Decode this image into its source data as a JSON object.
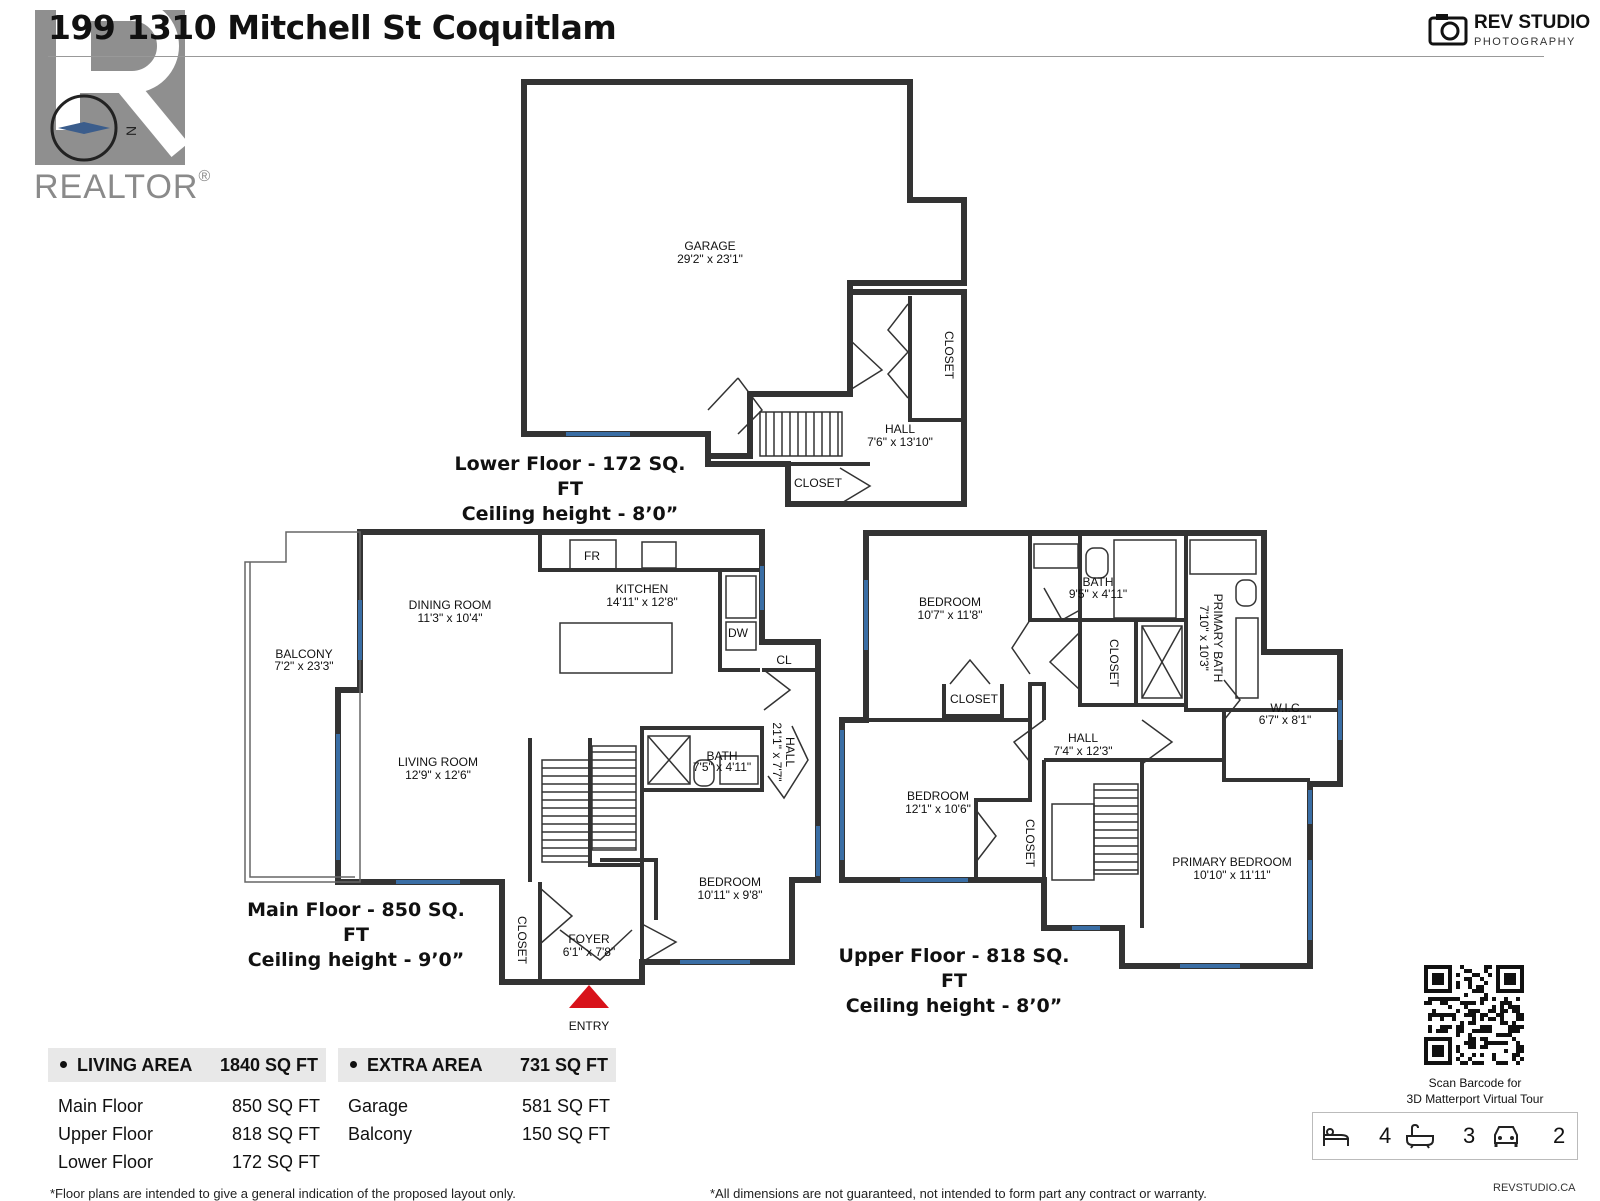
{
  "header": {
    "title": "199 1310 Mitchell St Coquitlam",
    "realtor_label": "REALTOR",
    "realtor_mark": "®",
    "studio_name": "REV STUDIO",
    "studio_sub": "PHOTOGRAPHY"
  },
  "compass": {
    "label": "N"
  },
  "floors": {
    "lower": {
      "caption_line1": "Lower Floor - 172 SQ. FT",
      "caption_line2": "Ceiling height - 8’0”"
    },
    "main": {
      "caption_line1": "Main Floor - 850 SQ. FT",
      "caption_line2": "Ceiling height - 9’0”"
    },
    "upper": {
      "caption_line1": "Upper Floor - 818 SQ. FT",
      "caption_line2": "Ceiling height - 8’0”"
    }
  },
  "rooms": {
    "garage": {
      "name": "GARAGE",
      "dims": "29'2\" x 23'1\""
    },
    "lower_hall": {
      "name": "HALL",
      "dims": "7'6\" x 13'10\""
    },
    "lower_closet_a": {
      "name": "CLOSET"
    },
    "lower_closet_b": {
      "name": "CLOSET"
    },
    "balcony": {
      "name": "BALCONY",
      "dims": "7'2\" x 23'3\""
    },
    "dining": {
      "name": "DINING ROOM",
      "dims": "11'3\" x 10'4\""
    },
    "kitchen": {
      "name": "KITCHEN",
      "dims": "14'11\" x 12'8\""
    },
    "fridge": {
      "name": "FR"
    },
    "dishwasher": {
      "name": "DW"
    },
    "cl": {
      "name": "CL"
    },
    "main_hall": {
      "name": "HALL",
      "dims": "21'1\" x 7'7\""
    },
    "living": {
      "name": "LIVING ROOM",
      "dims": "12'9\" x 12'6\""
    },
    "main_bath": {
      "name": "BATH",
      "dims": "7'5\" x 4'11\""
    },
    "main_bedroom": {
      "name": "BEDROOM",
      "dims": "10'11\" x 9'8\""
    },
    "foyer": {
      "name": "FOYER",
      "dims": "6'1\" x 7'8\""
    },
    "main_closet": {
      "name": "CLOSET"
    },
    "entry": {
      "name": "ENTRY"
    },
    "up_bedroom_1": {
      "name": "BEDROOM",
      "dims": "10'7\" x 11'8\""
    },
    "up_bath": {
      "name": "BATH",
      "dims": "9'5\" x 4'11\""
    },
    "primary_bath": {
      "name": "PRIMARY BATH",
      "dims": "7'10\" x 10'3\""
    },
    "up_closet_a": {
      "name": "CLOSET"
    },
    "up_closet_b": {
      "name": "CLOSET"
    },
    "up_closet_c": {
      "name": "CLOSET"
    },
    "wic": {
      "name": "W.I.C",
      "dims": "6'7\" x 8'1\""
    },
    "up_hall": {
      "name": "HALL",
      "dims": "7'4\" x 12'3\""
    },
    "up_bedroom_2": {
      "name": "BEDROOM",
      "dims": "12'1\" x 10'6\""
    },
    "primary_bedroom": {
      "name": "PRIMARY BEDROOM",
      "dims": "10'10\" x 11'11\""
    }
  },
  "summary": {
    "living": {
      "label": "LIVING AREA",
      "total": "1840 SQ FT",
      "rows": [
        {
          "label": "Main Floor",
          "value": "850 SQ FT"
        },
        {
          "label": "Upper Floor",
          "value": "818 SQ FT"
        },
        {
          "label": "Lower Floor",
          "value": "172 SQ FT"
        }
      ]
    },
    "extra": {
      "label": "EXTRA AREA",
      "total": "731 SQ FT",
      "rows": [
        {
          "label": "Garage",
          "value": "581 SQ FT"
        },
        {
          "label": "Balcony",
          "value": "150 SQ FT"
        }
      ]
    }
  },
  "qr": {
    "caption_line1": "Scan Barcode for",
    "caption_line2": "3D Matterport Virtual Tour"
  },
  "stats": {
    "beds": "4",
    "baths": "3",
    "parking": "2"
  },
  "footer": {
    "left_note": "*Floor plans are intended to give a general indication of the proposed layout only.",
    "right_note": "*All dimensions are not guaranteed, not intended to form part any contract or warranty.",
    "site": "REVSTUDIO.CA"
  },
  "colors": {
    "wall": "#333333",
    "window": "#3a6ea5",
    "entry_arrow": "#d8121a",
    "summary_bg": "#e8e8e8",
    "realtor_grey": "#8a8a8a"
  }
}
